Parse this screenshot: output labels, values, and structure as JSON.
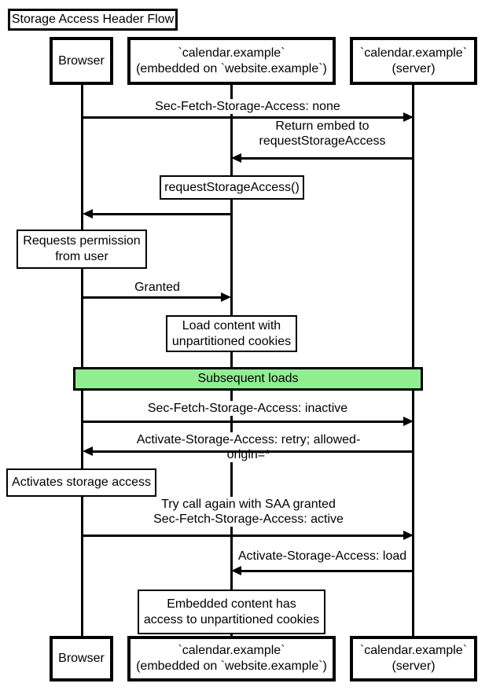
{
  "title": "Storage Access Header Flow",
  "actors": {
    "browser": "Browser",
    "embedded": "`calendar.example`\n(embedded on `website.example`)",
    "server": "`calendar.example`\n(server)"
  },
  "messages": {
    "sfsa_none": "Sec-Fetch-Storage-Access: none",
    "return_embed": "Return embed to\nrequestStorageAccess",
    "granted": "Granted",
    "sfsa_inactive": "Sec-Fetch-Storage-Access: inactive",
    "asa_retry": "Activate-Storage-Access: retry; allowed-origin=*",
    "try_again": "Try call again with SAA granted\nSec-Fetch-Storage-Access: active",
    "asa_load": "Activate-Storage-Access: load"
  },
  "notes": {
    "request_saa": "requestStorageAccess()",
    "permission": "Requests permission\nfrom user",
    "load_content": "Load content with\nunpartitioned cookies",
    "activates": "Activates storage access",
    "embedded_access": "Embedded content has\naccess to unpartitioned cookies"
  },
  "band": {
    "label": "Subsequent loads",
    "color": "#90EE90"
  },
  "colors": {
    "line": "#000000",
    "background": "#ffffff"
  }
}
